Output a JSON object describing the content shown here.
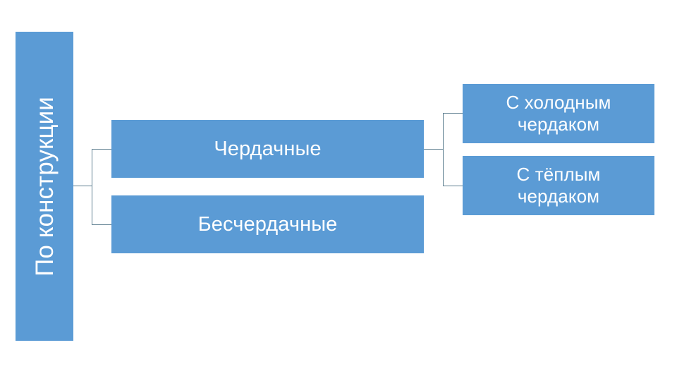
{
  "diagram": {
    "type": "hierarchy",
    "title_visible": false,
    "colors": {
      "node_fill": "#5B9BD5",
      "node_text": "#FFFFFF",
      "connector": "#5E7F90",
      "background": "#FFFFFF"
    },
    "root": {
      "label": "По конструкции",
      "orientation": "vertical-rotated-ccw"
    },
    "level1": [
      {
        "label": "Чердачные"
      },
      {
        "label": "Бесчердачные"
      }
    ],
    "level2": [
      {
        "line1": "С холодным",
        "line2": "чердаком"
      },
      {
        "line1": "С тёплым",
        "line2": "чердаком"
      }
    ],
    "connectors": [
      {
        "name": "root-to-level1",
        "from": "По конструкции",
        "to": [
          "Чердачные",
          "Бесчердачные"
        ]
      },
      {
        "name": "cherdachnye-to-level2",
        "from": "Чердачные",
        "to": [
          "С холодным чердаком",
          "С тёплым чердаком"
        ]
      }
    ]
  }
}
